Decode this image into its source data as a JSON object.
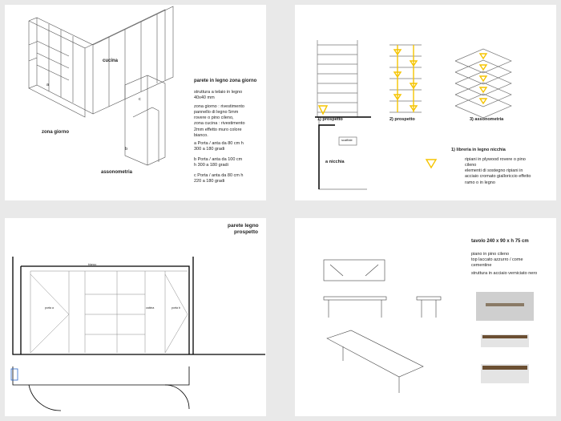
{
  "sheet1": {
    "label_cucina": "cucina",
    "label_zona_giorno": "zona giorno",
    "label_assonometria": "assonometria",
    "title": "parete in legno  zona giorno",
    "spec1": "struttura a telaio in legno\n40x40 mm",
    "spec2": "zona giorno : rivestimento\npannello di legno 5mm\nrovere o pino cileno,\nzona cucina : rivestimento\n2mm effetto muro colore\nbianco.",
    "door_a": "a  Porta / anta da 80 cm h\n300 a 180 gradi",
    "door_b": "b  Porta / anta da 100 cm\nh 300 a 180 gradi",
    "door_c": "c  Porta / anta da 80 cm h\n220 a 180 gradi",
    "mark_a": "a",
    "mark_b": "b",
    "mark_c": "c"
  },
  "sheet2": {
    "label_prospetto_1": "1)    prospetto",
    "label_prospetto_2": "2)    prospetto",
    "label_assonometria": "3)    assonometria",
    "label_nicchia": "a  nicchia",
    "mark_sottotitolo": "scaffale",
    "title": "1)  libreria in legno nicchia",
    "spec1": "ripiani in plywood rovere o pino\ncileno\nelementi di sostegno ripiani in\nacciaio cromato gialloriccio effetto\nramo o in legno",
    "accent_color": "#f5c400"
  },
  "sheet3": {
    "title_line1": "parete legno",
    "title_line2": "prospetto",
    "label_porta_a": "porta a",
    "label_porta_b": "porta b",
    "label_cabina": "cabina",
    "label_top": "bianco"
  },
  "sheet4": {
    "title": "tavolo 240 x 90 x h 75 cm",
    "spec1": "piano in pino cileno\ntop laccato azzurro / come\ncementine",
    "spec2": "struttura in acciaio verniciato nero"
  }
}
